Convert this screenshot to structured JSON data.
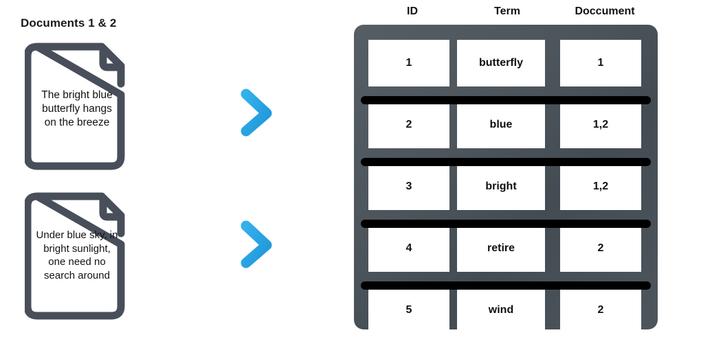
{
  "documents_section": {
    "heading": "Documents 1 & 2",
    "cards": [
      {
        "id": "doc-1",
        "text": "The bright blue butterfly hangs on the breeze"
      },
      {
        "id": "doc-2",
        "text": "Under blue sky, in bright sunlight, one need no search around"
      }
    ]
  },
  "arrows": [
    {
      "name": "arrow-right-icon-1"
    },
    {
      "name": "arrow-right-icon-2"
    }
  ],
  "index_table": {
    "headers": [
      "ID",
      "Term",
      "Doccument"
    ],
    "rows": [
      {
        "id": "1",
        "term": "butterfly",
        "document": "1"
      },
      {
        "id": "2",
        "term": "blue",
        "document": "1,2"
      },
      {
        "id": "3",
        "term": "bright",
        "document": "1,2"
      },
      {
        "id": "4",
        "term": "retire",
        "document": "2"
      },
      {
        "id": "5",
        "term": "wind",
        "document": "2"
      }
    ]
  },
  "colors": {
    "outline_dark": "#484f5a",
    "arrow_blue": "#29a9e6",
    "arrow_blue_dark": "#1f96d8",
    "table_frame": "#4d555c",
    "separator_black": "#000000",
    "cell_background": "#ffffff",
    "text_dark": "#111111",
    "page_background": "#ffffff"
  }
}
